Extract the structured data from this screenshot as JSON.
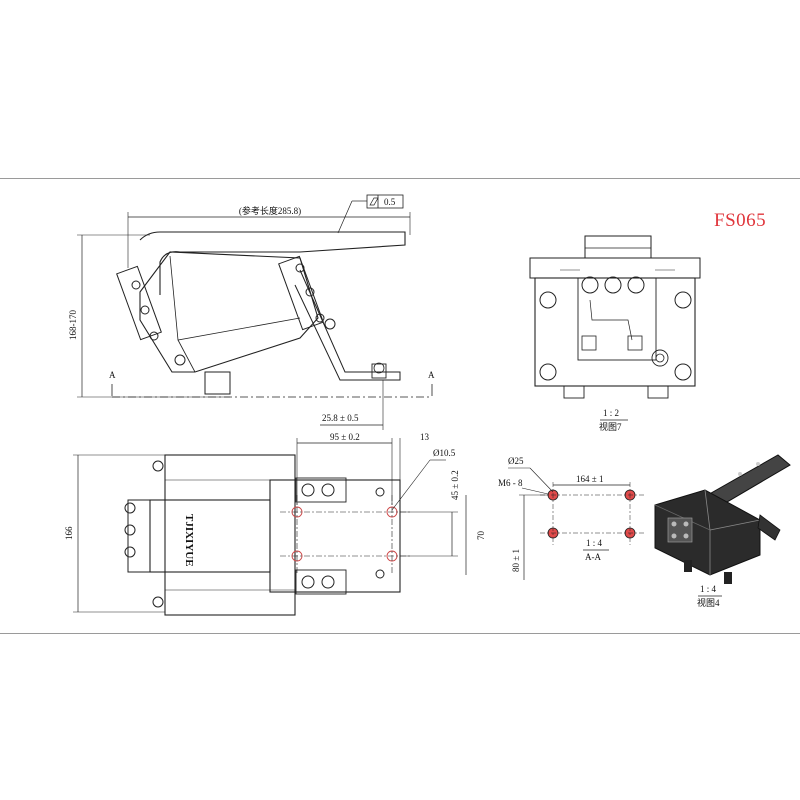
{
  "title": "FS065",
  "brand_text": "TJIXIYUE",
  "dimensions": {
    "ref_length": "(参考长度285.8)",
    "flatness": "0.5",
    "height_range": "168-170",
    "offset": "25.8 ± 0.5",
    "spacing": "95 ± 0.2",
    "edge": "13",
    "hole_dia": "Ø10.5",
    "vert_spacing": "45 ± 0.2",
    "inner": "70",
    "overall": "166",
    "bolt_circle": "Ø25",
    "thread": "M6 - 8",
    "bolt_spacing": "164 ± 1",
    "bolt_vert": "80 ± 1"
  },
  "section_marks": {
    "left": "A",
    "right": "A"
  },
  "views": {
    "view7": {
      "scale": "1 : 2",
      "label": "视图7"
    },
    "section_aa": {
      "scale": "1 : 4",
      "label": "A-A"
    },
    "view4": {
      "scale": "1 : 4",
      "label": "视图4"
    }
  },
  "colors": {
    "title": "#e0353b",
    "line": "#222222"
  }
}
